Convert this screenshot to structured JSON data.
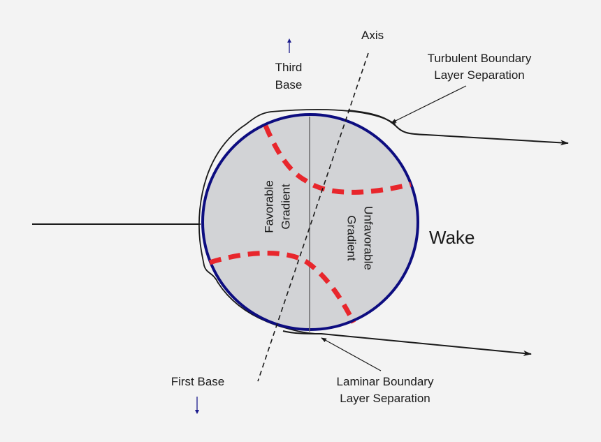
{
  "labels": {
    "axis": "Axis",
    "third_base": [
      "Third",
      "Base"
    ],
    "turbulent": [
      "Turbulent Boundary",
      "Layer Separation"
    ],
    "favorable": [
      "Favorable",
      "Gradient"
    ],
    "unfavorable": [
      "Unfavorable",
      "Gradient"
    ],
    "wake": "Wake",
    "first_base": "First Base",
    "laminar": [
      "Laminar Boundary",
      "Layer Separation"
    ]
  },
  "colors": {
    "background": "#f3f3f3",
    "ball_fill": "#d2d3d6",
    "ball_outline": "#0d0d80",
    "seam": "#e8262c",
    "line": "#1a1a1a",
    "base_arrow": "#1a1a8c",
    "divider": "#6b6b6b"
  }
}
